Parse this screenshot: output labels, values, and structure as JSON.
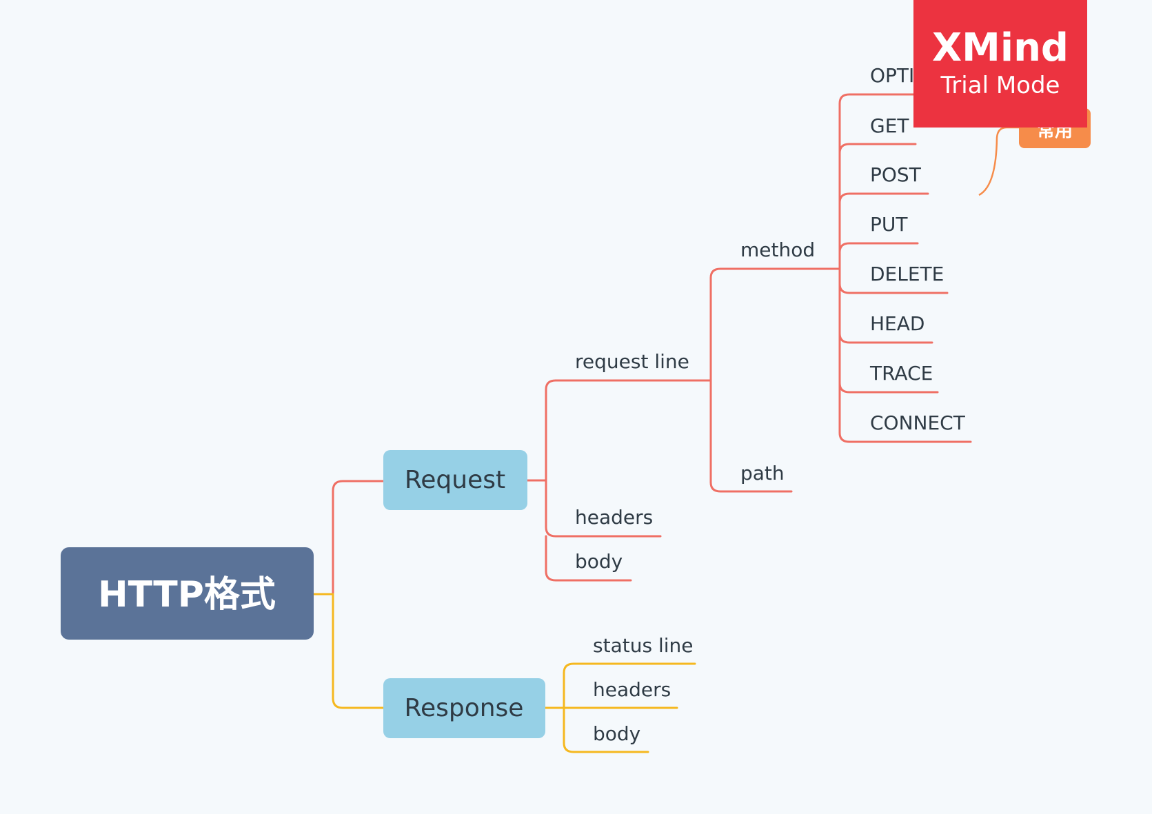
{
  "diagram": {
    "root": "HTTP格式",
    "request": {
      "label": "Request",
      "children": {
        "request_line": "request line",
        "method": "method",
        "path": "path",
        "headers": "headers",
        "body": "body"
      },
      "methods": [
        "OPTI",
        "GET",
        "POST",
        "PUT",
        "DELETE",
        "HEAD",
        "TRACE",
        "CONNECT"
      ],
      "callout": "常用"
    },
    "response": {
      "label": "Response",
      "children": {
        "status_line": "status line",
        "headers": "headers",
        "body": "body"
      }
    },
    "colors": {
      "background": "#f5f9fc",
      "root": "#5b7398",
      "main_topic": "#96d0e6",
      "request_branch": "#ef6f64",
      "response_branch": "#f5b81f",
      "callout": "#f68c4a",
      "watermark": "#ec3340"
    }
  },
  "watermark": {
    "title": "XMind",
    "subtitle": "Trial Mode"
  }
}
